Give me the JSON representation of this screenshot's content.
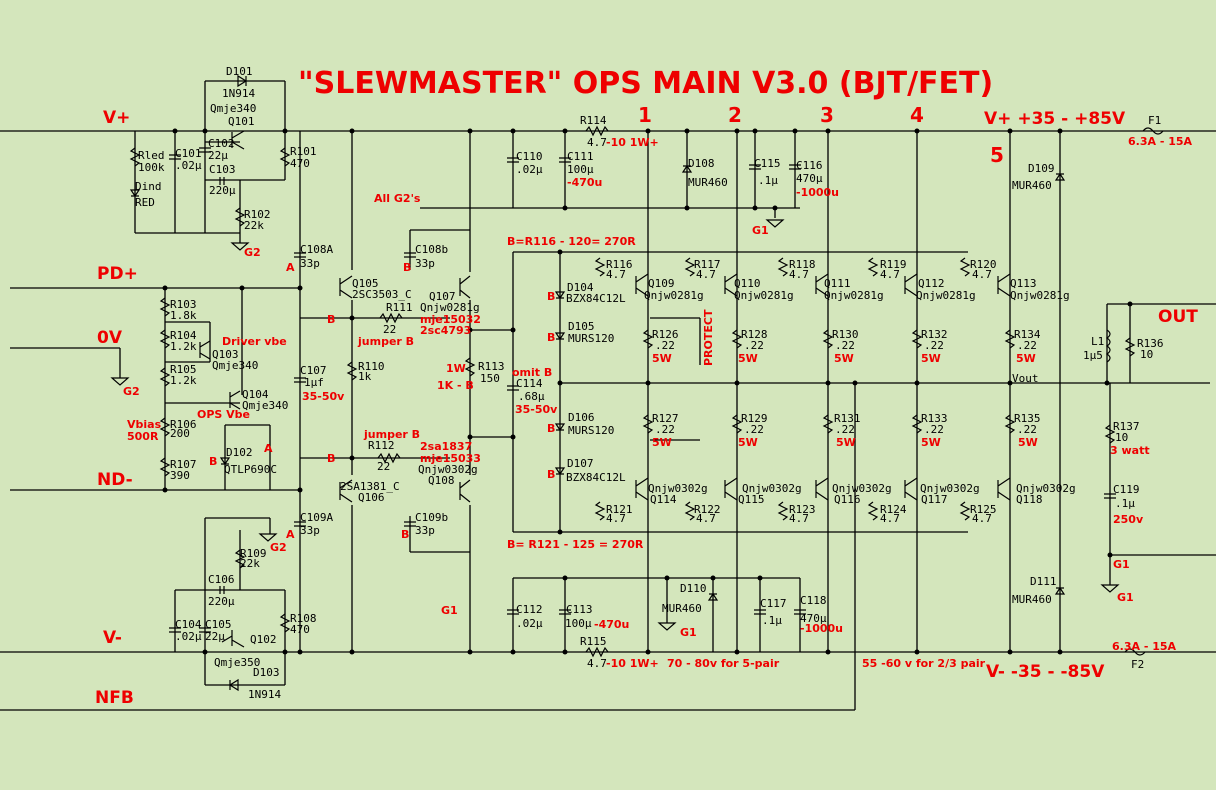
{
  "title": "\"SLEWMASTER\" OPS MAIN V3.0 (BJT/FET)",
  "colors": {
    "background": "#d4e6bc",
    "wire": "#000000",
    "annotation": "#ee0000"
  },
  "rails": {
    "v_plus": "V+",
    "v_minus": "V-",
    "pd_plus": "PD+",
    "zero_v": "0V",
    "nd_minus": "ND-",
    "nfb": "NFB",
    "out": "OUT",
    "supply_pos": "V+ +35 - +85V",
    "supply_neg": "V- -35 - -85V"
  },
  "stage_numbers": [
    "1",
    "2",
    "3",
    "4",
    "5"
  ],
  "components": {
    "D101": "D101",
    "D101_v": "1N914",
    "Q101": "Q101",
    "Q101_v": "Qmje340",
    "C102": "C102",
    "C102_v": "22µ",
    "C103": "C103",
    "C103_v": "220µ",
    "C101": "C101",
    "C101_v": ".02µ",
    "R101": "R101",
    "R101_v": "470",
    "R102": "R102",
    "R102_v": "22k",
    "Rled": "Rled",
    "Rled_v": "100k",
    "Dind": "Dind",
    "Dind_v": "RED",
    "C108A": "C108A",
    "C108A_v": "33p",
    "C108b": "C108b",
    "C108b_v": "33p",
    "Q105": "Q105",
    "Q105_v": "2SC3503_C",
    "Q107": "Q107",
    "Q107_v": "Qnjw0281g",
    "R111": "R111",
    "R111_v": "22",
    "R103": "R103",
    "R103_v": "1.8k",
    "R104": "R104",
    "R104_v": "1.2k",
    "R105": "R105",
    "R105_v": "1.2k",
    "Q103": "Q103",
    "Q103_v": "Qmje340",
    "Q104": "Q104",
    "Q104_v": "Qmje340",
    "R106": "R106",
    "R106_v": "200",
    "R107": "R107",
    "R107_v": "390",
    "D102": "D102",
    "D102_v": "QTLP690C",
    "C107": "C107",
    "C107_v": "1µf",
    "R110": "R110",
    "R110_v": "1k",
    "R113": "R113",
    "R113_v": "150",
    "C114": "C114",
    "C114_v": ".68µ",
    "R112": "R112",
    "R112_v": "22",
    "Q108": "Q108",
    "Q108_v": "Qnjw0302g",
    "Q106": "Q106",
    "Q106_v": "2SA1381_C",
    "C109A": "C109A",
    "C109A_v": "33p",
    "C109b": "C109b",
    "C109b_v": "33p",
    "R109": "R109",
    "R109_v": "22k",
    "C106": "C106",
    "C106_v": "220µ",
    "C104": "C104",
    "C104_v": ".02µ",
    "C105": "C105",
    "C105_v": "22µ",
    "Q102": "Q102",
    "Q102_v": "Qmje350",
    "R108": "R108",
    "R108_v": "470",
    "D103": "D103",
    "D103_v": "1N914",
    "R114": "R114",
    "R114_v": "4.7",
    "C110": "C110",
    "C110_v": ".02µ",
    "C111": "C111",
    "C111_v": "100µ",
    "D108": "D108",
    "D108_v": "MUR460",
    "C115": "C115",
    "C115_v": ".1µ",
    "C116": "C116",
    "C116_v": "470µ",
    "D109": "D109",
    "D109_v": "MUR460",
    "D104": "D104",
    "D104_v": "BZX84C12L",
    "D105": "D105",
    "D105_v": "MURS120",
    "D106": "D106",
    "D106_v": "MURS120",
    "D107": "D107",
    "D107_v": "BZX84C12L",
    "R116": "R116",
    "R117": "R117",
    "R118": "R118",
    "R119": "R119",
    "R120": "R120",
    "r47": "4.7",
    "Q109": "Q109",
    "Q110": "Q110",
    "Q111": "Q111",
    "Q112": "Q112",
    "Q113": "Q113",
    "npn_out": "Qnjw0281g",
    "R126": "R126",
    "R128": "R128",
    "R130": "R130",
    "R132": "R132",
    "R134": "R134",
    "R127": "R127",
    "R129": "R129",
    "R131": "R131",
    "R133": "R133",
    "R135": "R135",
    "r22": ".22",
    "Q114": "Q114",
    "Q115": "Q115",
    "Q116": "Q116",
    "Q117": "Q117",
    "Q118": "Q118",
    "pnp_out": "Qnjw0302g",
    "R121": "R121",
    "R122": "R122",
    "R123": "R123",
    "R124": "R124",
    "R125": "R125",
    "L1": "L1",
    "L1_v": "1µ5",
    "R136": "R136",
    "R136_v": "10",
    "vout": "Vout",
    "R137": "R137",
    "R137_v": "10",
    "C119": "C119",
    "C119_v": ".1µ",
    "C112": "C112",
    "C112_v": ".02µ",
    "C113": "C113",
    "C113_v": "100µ",
    "D110": "D110",
    "D110_v": "MUR460",
    "C117": "C117",
    "C117_v": ".1µ",
    "C118": "C118",
    "C118_v": "470µ",
    "D111": "D111",
    "D111_v": "MUR460",
    "R115": "R115",
    "R115_v": "4.7",
    "F1": "F1",
    "F2": "F2",
    "G1": "G1",
    "G2": "G2"
  },
  "notes": {
    "r114_note": "-10 1W+",
    "c111_note": "-470u",
    "c116_note": "-1000u",
    "all_g2": "All G2's",
    "b_top": "B=R116 - 120= 270R",
    "b_bot": "B= R121 - 125 = 270R",
    "jumper_b": "jumper B",
    "jumper_b2": "jumper B",
    "driver_vbe": "Driver vbe",
    "ops_vbe": "OPS Vbe",
    "vbias": "Vbias",
    "vbias2": "500R",
    "mje15032": "mje15032",
    "sc4793": "2sc4793",
    "sa1837": "2sa1837",
    "mje15033": "mje15033",
    "c107_note": "35-50v",
    "c114_note": "35-50v",
    "r113_w": "1W",
    "r113_alt": "1K - B",
    "omit_b": "omit B",
    "protect": "PROTECT",
    "w5": "5W",
    "f1_rating": "6.3A - 15A",
    "f2_rating": "6.3A - 15A",
    "r137_note": "3 watt",
    "c119_note": "250v",
    "c113_note": "-470u",
    "r115_note": "-10 1W+",
    "c118_note": "-1000u",
    "five_pair": "70 - 80v for 5-pair",
    "two_three": "55 -60 v for 2/3 pair",
    "A": "A",
    "B": "B"
  }
}
